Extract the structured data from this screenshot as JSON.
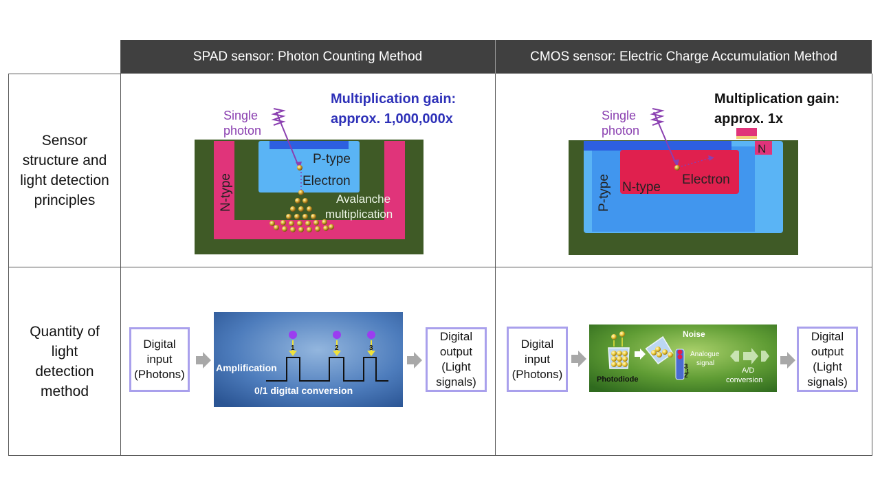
{
  "columns": {
    "spad_header": "SPAD sensor: Photon Counting Method",
    "cmos_header": "CMOS sensor: Electric Charge Accumulation Method"
  },
  "rows": {
    "structure_label": "Sensor structure and light detection principles",
    "method_label": "Quantity of light detection method"
  },
  "spad_structure": {
    "single_photon": [
      "Single",
      "photon"
    ],
    "gain_line1": "Multiplication gain:",
    "gain_line2": "approx. 1,000,000x",
    "p_type": "P-type",
    "electron": "Electron",
    "n_type": "N-type",
    "avalanche": [
      "Avalanche",
      "multiplication"
    ]
  },
  "cmos_structure": {
    "single_photon": [
      "Single",
      "photon"
    ],
    "gain_line1": "Multiplication gain:",
    "gain_line2": "approx. 1x",
    "p_type": "P-type",
    "n_type": "N-type",
    "electron": "Electron",
    "n_small": "N"
  },
  "spad_method": {
    "input": [
      "Digital",
      "input",
      "(Photons)"
    ],
    "output": [
      "Digital",
      "output",
      "(Light",
      "signals)"
    ],
    "amplification": "Amplification",
    "conversion": "0/1 digital conversion",
    "pulse_numbers": [
      "1",
      "2",
      "3"
    ]
  },
  "cmos_method": {
    "input": [
      "Digital",
      "input",
      "(Photons)"
    ],
    "output": [
      "Digital",
      "output",
      "(Light",
      "signals)"
    ],
    "noise": "Noise",
    "analogue": [
      "Analogue",
      "signal"
    ],
    "ad": [
      "A/D",
      "conversion"
    ],
    "photodiode": "Photodiode",
    "levels": [
      "3",
      "2",
      "1"
    ]
  },
  "colors": {
    "header_bg": "#404040",
    "box_border": "#a9a0ec",
    "gain_blue": "#2e31b8",
    "photon_purple": "#8a3fb0",
    "n_type_pink": "#e0347a",
    "p_type_blue": "#5ab4f5",
    "substrate_green": "#3f5a26"
  }
}
